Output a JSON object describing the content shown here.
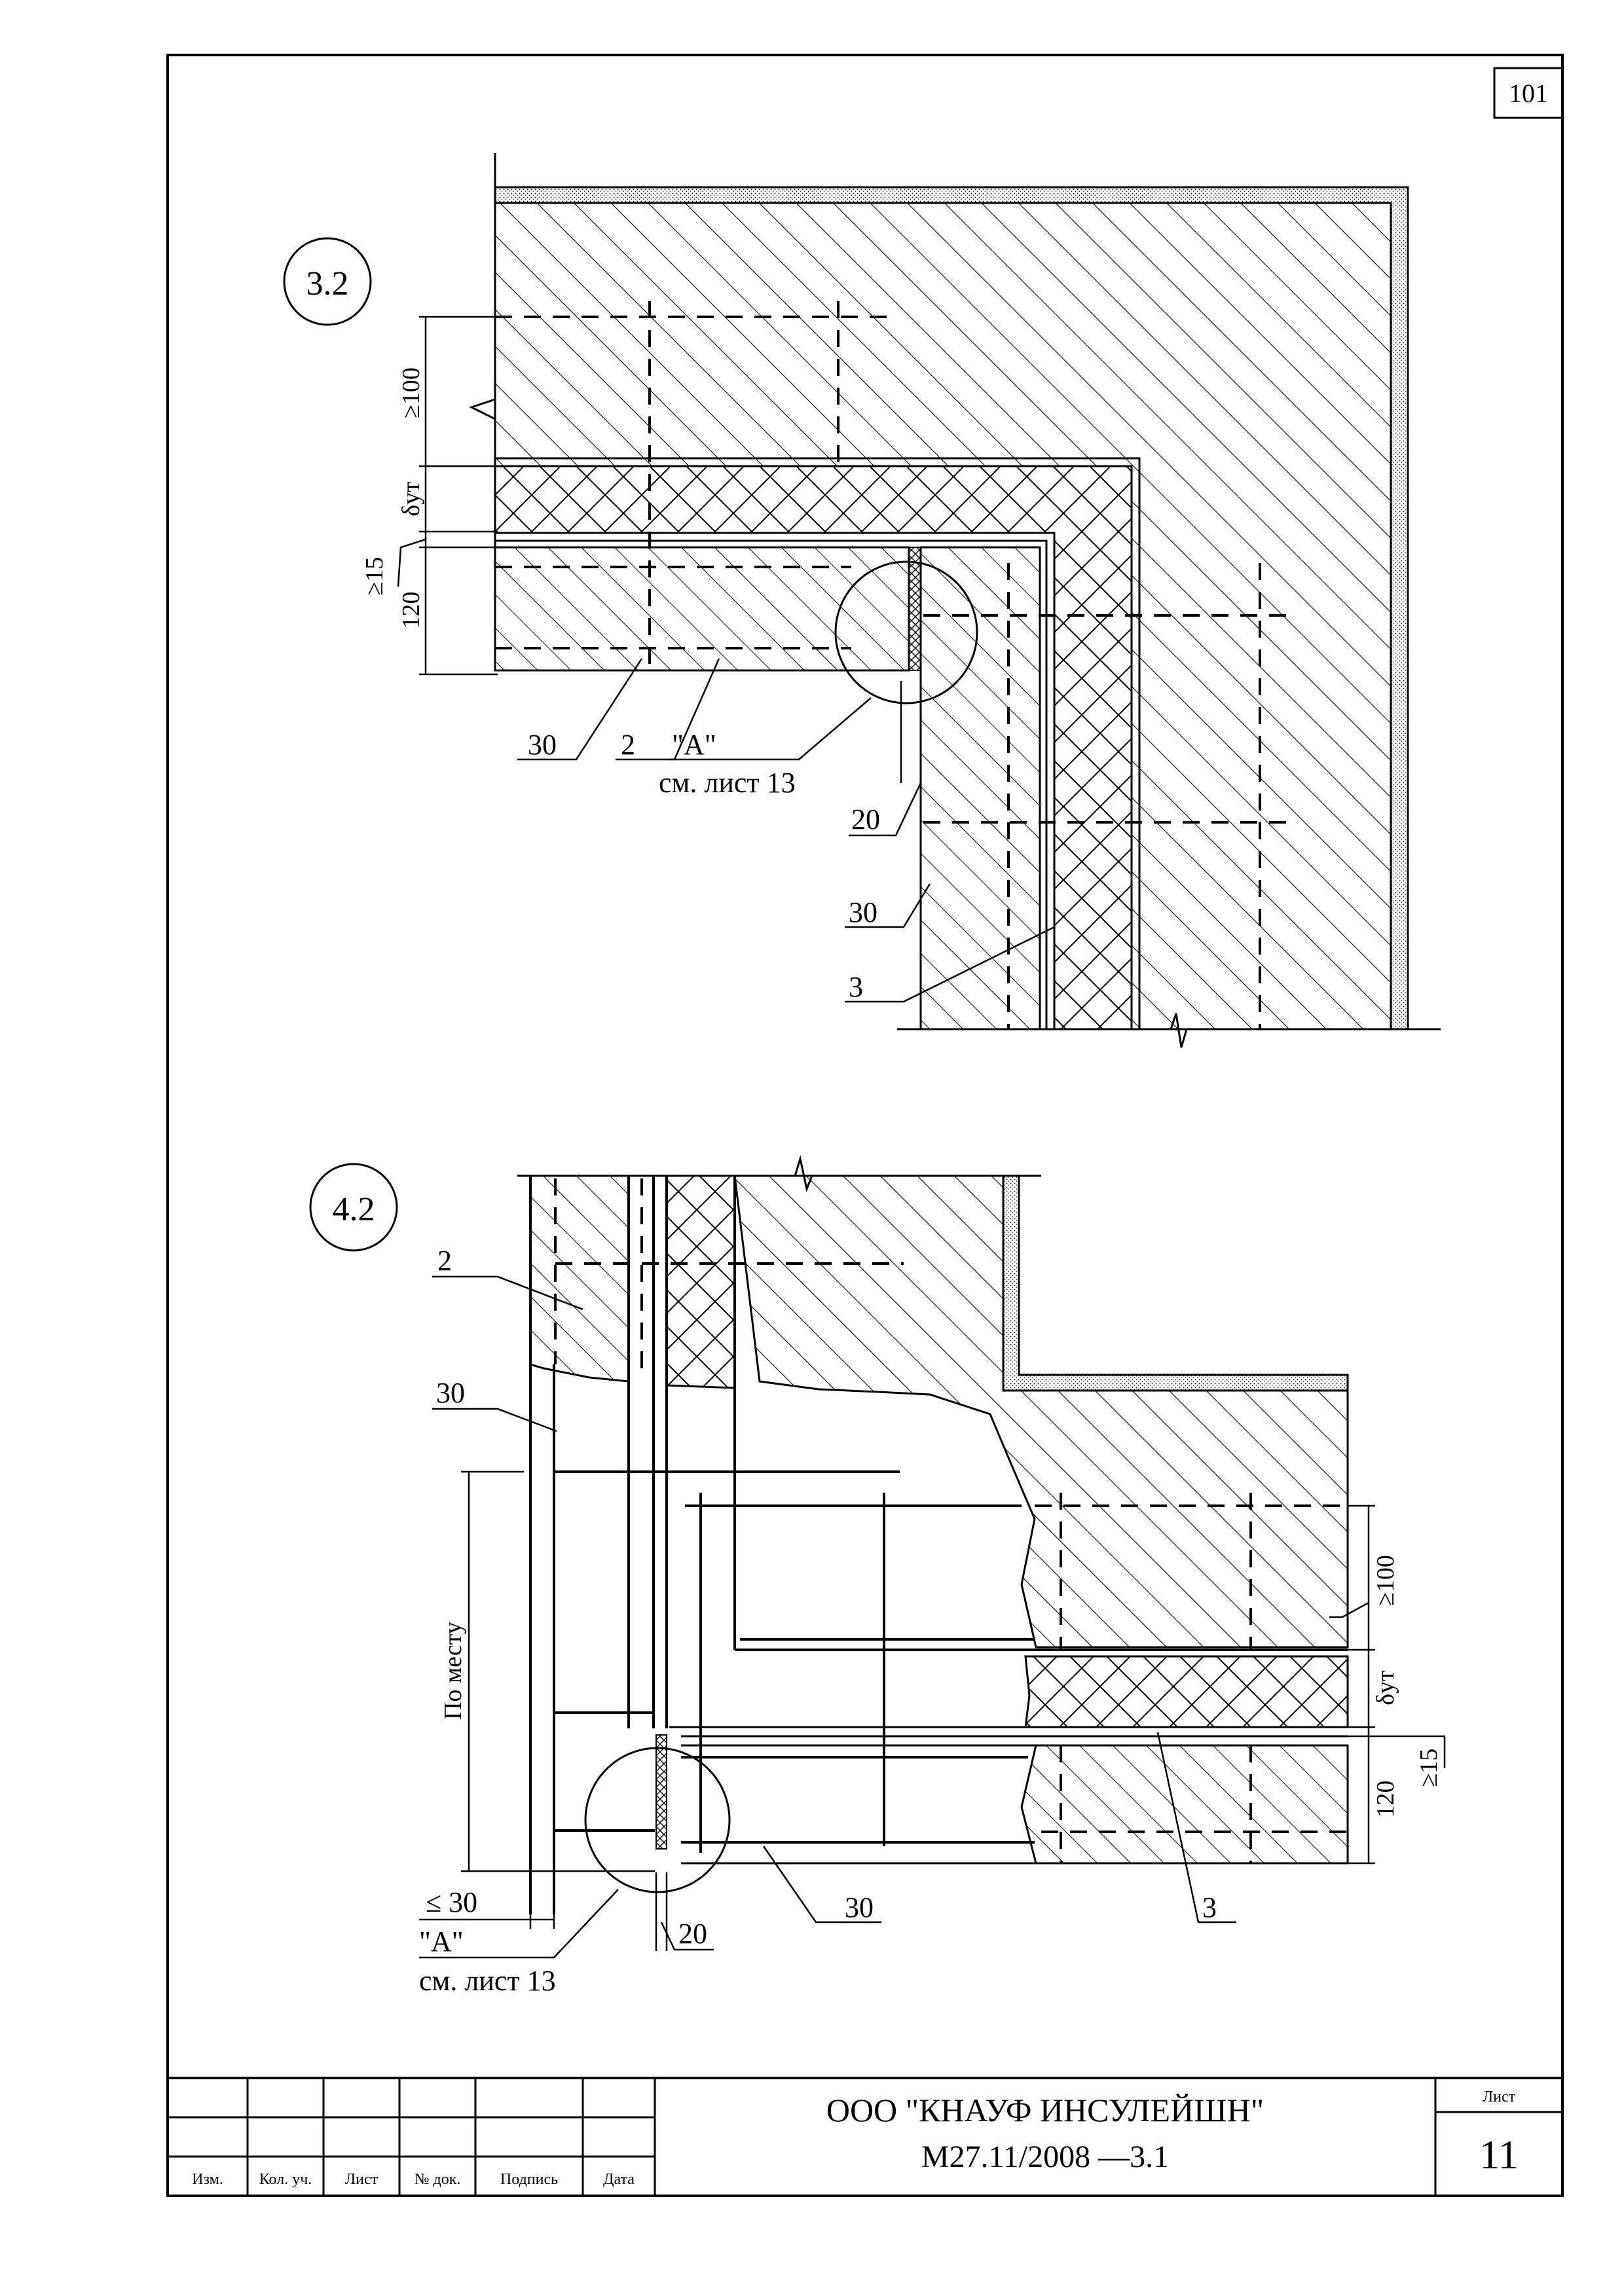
{
  "page_number": "101",
  "detail_3_2": {
    "callout": "3.2",
    "dims": {
      "min100": "≥100",
      "thickness_insulation": "δут",
      "min15": "≥15",
      "d120": "120",
      "d20": "20"
    },
    "labels": {
      "l30a": "30",
      "l2": "2",
      "ref_a": "\"A\"",
      "ref_sheet": "см. лист 13",
      "l30b": "30",
      "l3": "3"
    }
  },
  "detail_4_2": {
    "callout": "4.2",
    "dims": {
      "min100": "≥100",
      "thickness_insulation": "δут",
      "min15": "≥15",
      "d120": "120",
      "po_mestu": "По месту",
      "max30": "≤ 30",
      "d20": "20"
    },
    "labels": {
      "l2": "2",
      "l30a": "30",
      "l30b": "30",
      "l3": "3",
      "ref_a": "\"A\"",
      "ref_sheet": "см. лист 13"
    }
  },
  "title_block": {
    "headers": [
      "Изм.",
      "Кол. уч.",
      "Лист",
      "№ док.",
      "Подпись",
      "Дата"
    ],
    "organization": "ООО \"КНАУФ ИНСУЛЕЙШН\"",
    "document": "М27.11/2008 —3.1",
    "sheet_label": "Лист",
    "sheet_number": "11"
  }
}
